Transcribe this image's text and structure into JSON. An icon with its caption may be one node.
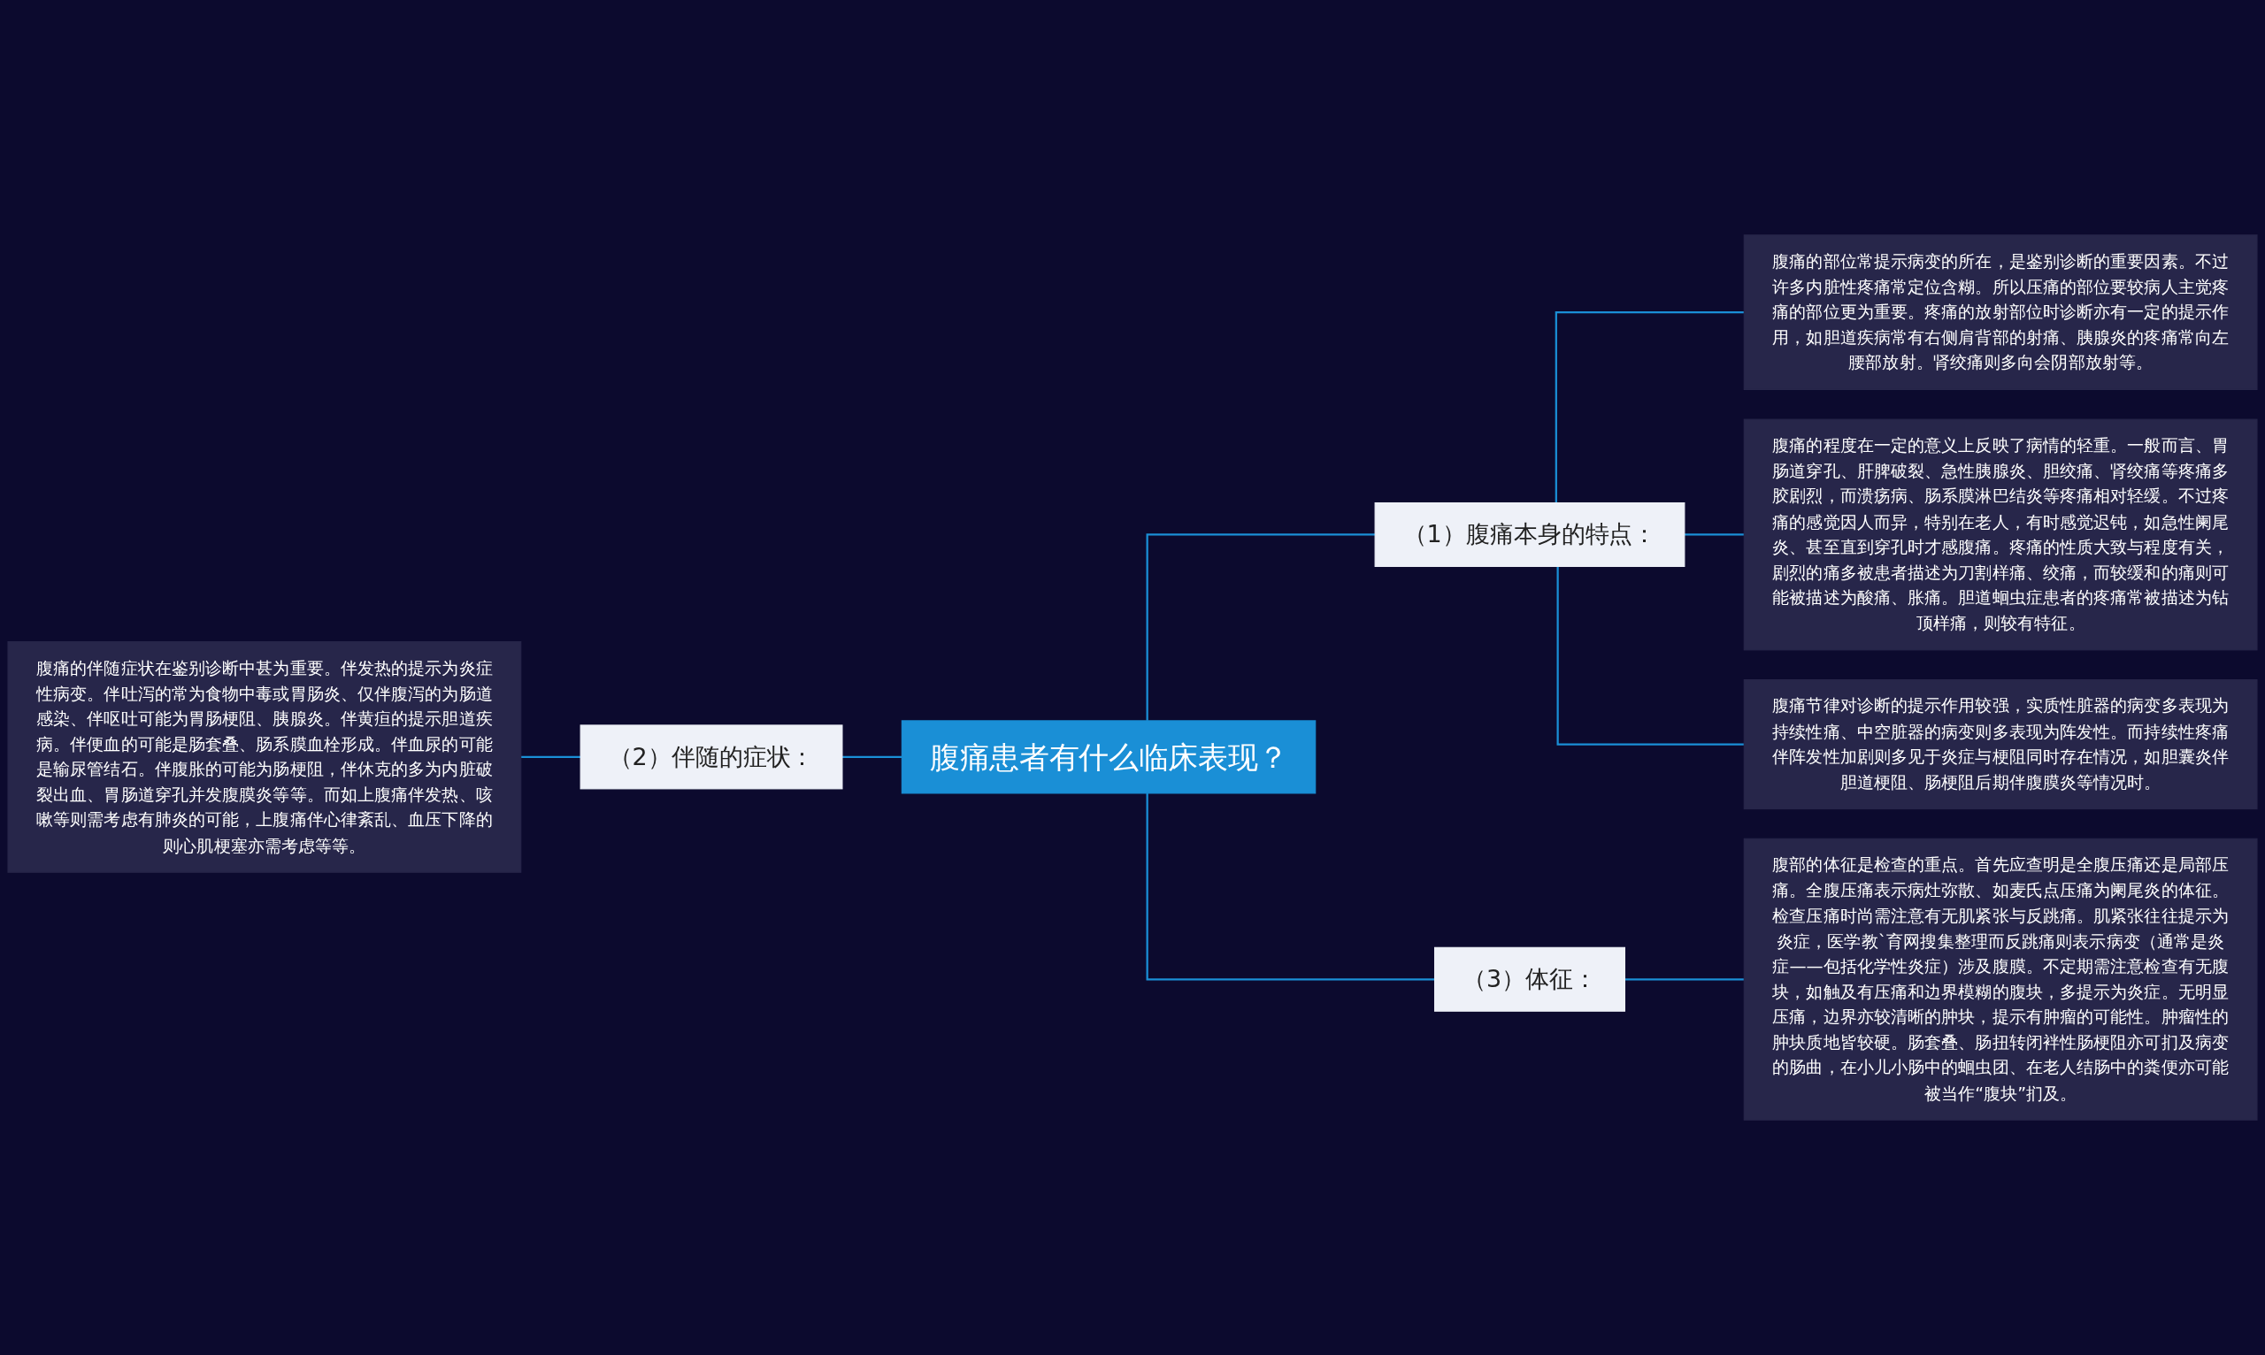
{
  "diagram": {
    "nodes": [
      {
        "text": [
          "腹痛患者有什么临床表现？"
        ]
      },
      {
        "text": [
          "（1）腹痛本身的特点："
        ]
      },
      {
        "text": [
          "腹痛的部位常提示病变的所在，是鉴别诊断的重要因素。不过许多内脏性疼痛常定位含糊。所以压痛的部位要较病人主觉疼痛的部位更为重要。疼痛的放射部位时诊断亦有一定的提示作用，如胆道疾病常有右侧肩背部的射痛、胰腺炎的疼痛常向左腰部放射。肾绞痛则多向会阴部放射等。"
        ]
      },
      {
        "text": [
          "腹痛的程度在一定的意义上反映了病情的轻重。一般而言、胃肠道穿孔、肝脾破裂、急性胰腺炎、胆绞痛、肾绞痛等疼痛多胶剧烈，而溃疡病、肠系膜淋巴结炎等疼痛相对轻缓。不过疼痛的感觉因人而异，特别在老人，有时感觉迟钝，如急性阑尾炎、甚至直到穿孔时才感腹痛。疼痛的性质大致与程度有关，剧烈的痛多被患者描述为刀割样痛、绞痛，而较缓和的痛则可能被描述为酸痛、胀痛。胆道蛔虫症患者的疼痛常被描述为钻顶样痛，则较有特征。"
        ]
      },
      {
        "text": [
          "腹痛节律对诊断的提示作用较强，实质性脏器的病变多表现为持续性痛、中空脏器的病变则多表现为阵发性。而持续性疼痛伴阵发性加剧则多见于炎症与梗阻同时存在情况，如胆囊炎伴胆道梗阻、肠梗阻后期伴腹膜炎等情况时。"
        ]
      },
      {
        "text": [
          "（2）伴随的症状："
        ]
      },
      {
        "text": [
          "腹痛的伴随症状在鉴别诊断中甚为重要。伴发热的提示为炎症性病变。伴吐泻的常为食物中毒或胃肠炎、仅伴腹泻的为肠道感染、伴呕吐可能为胃肠梗阻、胰腺炎。伴黄疸的提示胆道疾病。伴便血的可能是肠套叠、肠系膜血栓形成。伴血尿的可能是输尿管结石。伴腹胀的可能为肠梗阻，伴休克的多为内脏破裂出血、胃肠道穿孔并发腹膜炎等等。而如上腹痛伴发热、咳嗽等则需考虑有肺炎的可能，上腹痛伴心律紊乱、血压下降的则心肌梗塞亦需考虑等等。"
        ]
      },
      {
        "text": [
          "（3）体征："
        ]
      },
      {
        "text": [
          "腹部的体征是检查的重点。首先应查明是全腹压痛还是局部压痛。全腹压痛表示病灶弥散、如麦氏点压痛为阑尾炎的体征。检查压痛时尚需注意有无肌紧张与反跳痛。肌紧张往往提示为炎症，医学教`育网搜集整理而反跳痛则表示病变（通常是炎症——包括化学性炎症）涉及腹膜。不定期需注意检查有无腹块，如触及有压痛和边界模糊的腹块，多提示为炎症。无明显压痛，边界亦较清晰的肿块，提示有肿瘤的可能性。肿瘤性的肿块质地皆较硬。肠套叠、肠扭转闭袢性肠梗阻亦可扪及病变的肠曲，在小儿小肠中的蛔虫团、在老人结肠中的粪便亦可能被当作“腹块”扪及。"
        ]
      }
    ],
    "edges": [
      {
        "from": 0,
        "to": 1,
        "arrow": "none"
      },
      {
        "from": 1,
        "to": 2,
        "arrow": "none"
      },
      {
        "from": 1,
        "to": 3,
        "arrow": "none"
      },
      {
        "from": 1,
        "to": 4,
        "arrow": "none"
      },
      {
        "from": 6,
        "to": 5,
        "arrow": "none"
      },
      {
        "from": 5,
        "to": 0,
        "arrow": "none"
      },
      {
        "from": 0,
        "to": 7,
        "arrow": "none"
      },
      {
        "from": 7,
        "to": 8,
        "arrow": "none"
      }
    ]
  }
}
